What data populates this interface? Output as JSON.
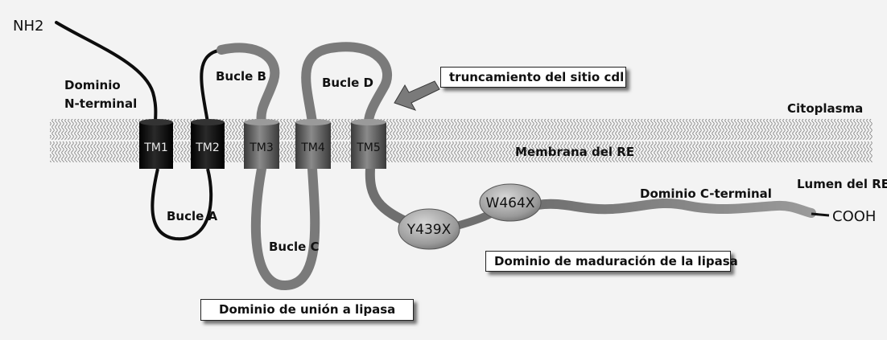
{
  "terminals": {
    "n": "NH2",
    "c": "COOH"
  },
  "domains": {
    "n_terminal_line1": "Dominio",
    "n_terminal_line2": "N-terminal",
    "c_terminal": "Dominio C-terminal"
  },
  "loops": {
    "a": "Bucle A",
    "b": "Bucle B",
    "c": "Bucle C",
    "d": "Bucle D"
  },
  "membrane": {
    "cytoplasm": "Citoplasma",
    "name": "Membrana del RE",
    "lumen": "Lumen del RE"
  },
  "segments": [
    "TM1",
    "TM2",
    "TM3",
    "TM4",
    "TM5"
  ],
  "mutations": {
    "first": "Y439X",
    "second": "W464X"
  },
  "callouts": {
    "truncation": "truncamiento del sitio cdl",
    "lipase_binding": "Dominio de unión a lipasa",
    "lipase_maturation": "Dominio de maduración de la lipasa"
  },
  "colors": {
    "tm_dark": "#111111",
    "tm_gray": "#555555",
    "loop_gray": "#7a7a7a",
    "membrane_wave": "#888888"
  }
}
